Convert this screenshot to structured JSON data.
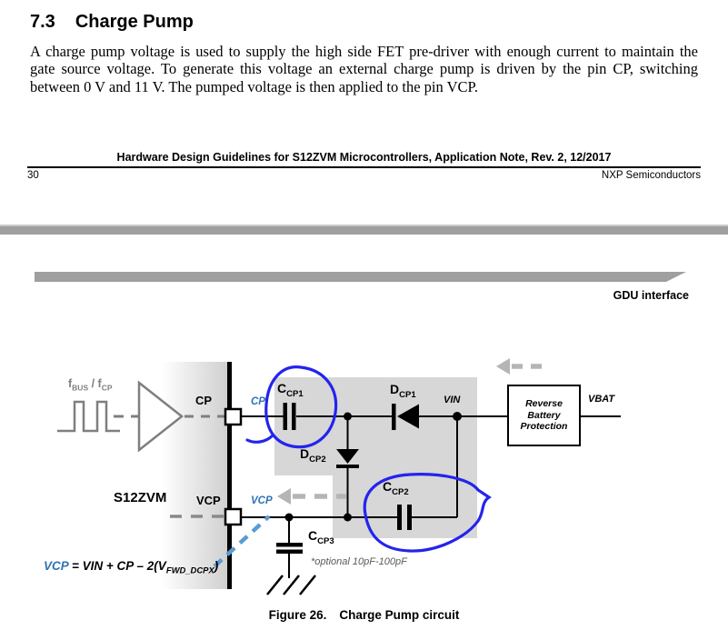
{
  "page": {
    "heading": {
      "number": "7.3",
      "title": "Charge Pump"
    },
    "body_lines": [
      "A charge pump voltage is used to supply the high side FET pre-driver with enough current to maintain the",
      "gate source voltage. To generate this voltage an external charge pump is driven by the pin CP, switching",
      "between 0 V and 11 V. The pumped voltage is then applied to the pin VCP."
    ],
    "footer": {
      "doc_title": "Hardware Design Guidelines for S12ZVM Microcontrollers, Application Note, Rev. 2, 12/2017",
      "page_number": "30",
      "publisher": "NXP Semiconductors"
    },
    "section_tab": "GDU interface"
  },
  "diagram": {
    "signal_label": {
      "f1": "f",
      "sub1": "BUS",
      "mid": " / f",
      "sub2": "CP"
    },
    "chip_label": "S12ZVM",
    "pins": {
      "cp_outer": "CP",
      "cp_inner": "CP",
      "vcp_outer": "VCP",
      "vcp_inner": "VCP"
    },
    "components": {
      "ccp1": {
        "main": "C",
        "sub": "CP1"
      },
      "dcp1": {
        "main": "D",
        "sub": "CP1"
      },
      "dcp2": {
        "main": "D",
        "sub": "CP2"
      },
      "ccp2": {
        "main": "C",
        "sub": "CP2"
      },
      "ccp3": {
        "main": "C",
        "sub": "CP3"
      }
    },
    "nets": {
      "vin": "VIN",
      "vbat": "VBAT"
    },
    "rbp_box": {
      "line1": "Reverse",
      "line2": "Battery",
      "line3": "Protection"
    },
    "note": "*optional 10pF-100pF",
    "formula": {
      "lhs": "VCP",
      "mid": " = VIN + CP – 2(V",
      "sub": "FWD_DCPX",
      "end": ")"
    },
    "colors": {
      "annotation_blue": "#2424ec",
      "pin_label_blue": "#2e75b6",
      "dashed_line_blue": "#5b9bd5",
      "shade_gray": "#d7d7d7",
      "signal_gray": "#7f7f7f",
      "arrow_gray": "#b5b5b5",
      "separator_gray": "#9f9f9f"
    }
  },
  "caption": {
    "figure": "Figure 26.",
    "title": "Charge Pump circuit"
  }
}
